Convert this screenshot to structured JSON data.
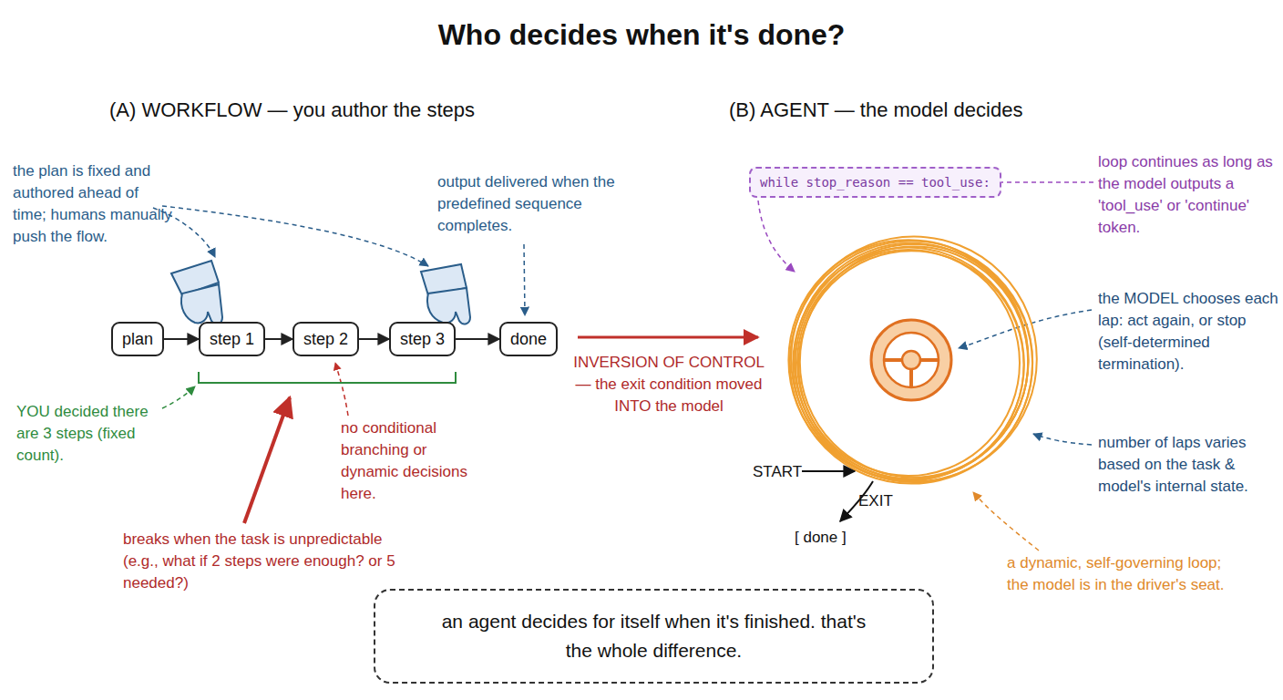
{
  "diagram": {
    "title": "Who decides when it's done?",
    "caption": "an agent decides for itself when it's finished. that's the whole difference.",
    "nodes": [
      {
        "text": [
          "plan"
        ]
      },
      {
        "text": [
          "step 1"
        ]
      },
      {
        "text": [
          "step 2"
        ]
      },
      {
        "text": [
          "step 3"
        ]
      },
      {
        "text": [
          "done"
        ]
      },
      {
        "text": [
          "while stop_reason == tool_use:"
        ]
      }
    ],
    "edges": [
      {
        "from": 0,
        "to": 1,
        "arrow": "to"
      },
      {
        "from": 1,
        "to": 2,
        "arrow": "to"
      },
      {
        "from": 2,
        "to": 3,
        "arrow": "to"
      },
      {
        "from": 3,
        "to": 4,
        "arrow": "to"
      }
    ],
    "labels": [
      "(A) WORKFLOW — you author the steps",
      "(B) AGENT — the model decides",
      "the plan is fixed and authored ahead of time; humans manually push the flow.",
      "output delivered when the predefined sequence completes.",
      "YOU decided there are 3 steps (fixed count).",
      "no conditional branching or dynamic decisions here.",
      "breaks when the task is unpredictable (e.g., what if 2 steps were enough? or 5 needed?)",
      "INVERSION OF CONTROL — the exit condition moved INTO the model",
      "loop continues as long as the model outputs a 'tool_use' or 'continue' token.",
      "the MODEL chooses each lap: act again, or stop (self-determined termination).",
      "number of laps varies based on the task & model's internal state.",
      "a dynamic, self-governing loop; the model is in the driver's seat.",
      "START",
      "EXIT",
      "[ done ]"
    ]
  }
}
